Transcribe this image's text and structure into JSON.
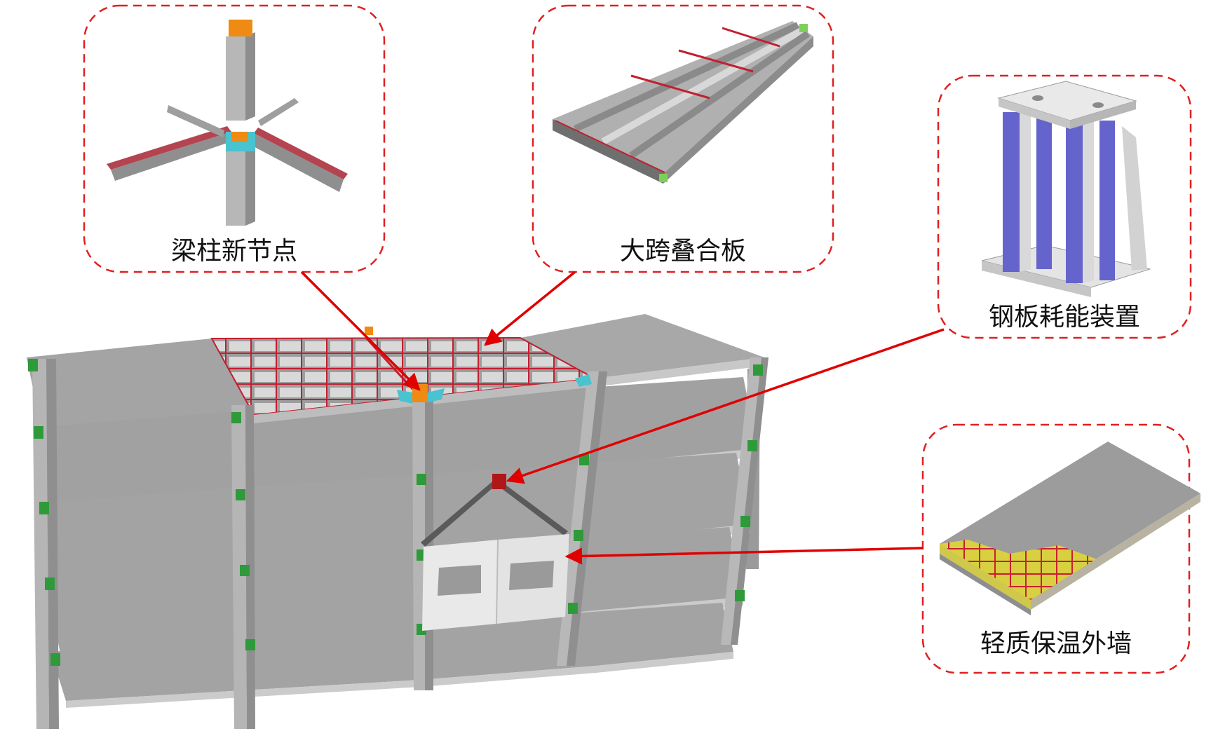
{
  "callouts": [
    {
      "id": "joint",
      "label": "梁柱新节点"
    },
    {
      "id": "slab",
      "label": "大跨叠合板"
    },
    {
      "id": "damper",
      "label": "钢板耗能装置"
    },
    {
      "id": "wall",
      "label": "轻质保温外墙"
    }
  ],
  "colors": {
    "callout_border": "#e02020",
    "arrow": "#e00000",
    "concrete_light": "#cfcfcf",
    "concrete_mid": "#a9a9a9",
    "concrete_dark": "#8e8e8e",
    "rebar": "#c0202f",
    "connector_green": "#2f9a3a",
    "node_orange": "#ef8a12",
    "damper_blue": "#6262cc",
    "insulation_yellow": "#d8d040"
  }
}
